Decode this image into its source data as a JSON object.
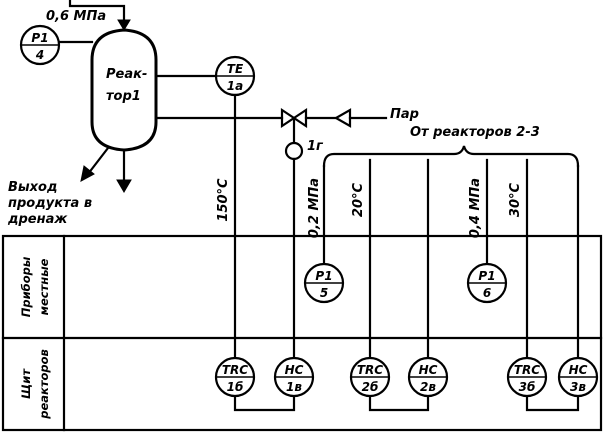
{
  "pressure_top": "0,6 МПа",
  "reactor": {
    "line1": "Реак-",
    "line2": "тор1"
  },
  "steam": "Пар",
  "from_reactors": "От реакторов 2-3",
  "valve_tag": "1г",
  "product_out": {
    "line1": "Выход",
    "line2": "продукта в",
    "line3": "дренаж"
  },
  "row_labels": {
    "local": {
      "line1": "Приборы",
      "line2": "местные"
    },
    "panel": {
      "line1": "Щит",
      "line2": "реакторов"
    }
  },
  "instruments": {
    "pi4": {
      "top": "P1",
      "bottom": "4"
    },
    "te1a": {
      "top": "TE",
      "bottom": "1a"
    },
    "pi5": {
      "top": "P1",
      "bottom": "5"
    },
    "pi6": {
      "top": "P1",
      "bottom": "6"
    },
    "trc1b": {
      "top": "TRC",
      "bottom": "1б"
    },
    "hc1v": {
      "top": "HC",
      "bottom": "1в"
    },
    "trc2b": {
      "top": "TRC",
      "bottom": "2б"
    },
    "hc2v": {
      "top": "HC",
      "bottom": "2в"
    },
    "trc3b": {
      "top": "TRC",
      "bottom": "3б"
    },
    "hc3v": {
      "top": "HC",
      "bottom": "3в"
    }
  },
  "vertical_labels": {
    "t150": "150°С",
    "p02": "0,2 МПа",
    "t20": "20°С",
    "p04": "0,4 МПа",
    "t30": "30°С"
  }
}
